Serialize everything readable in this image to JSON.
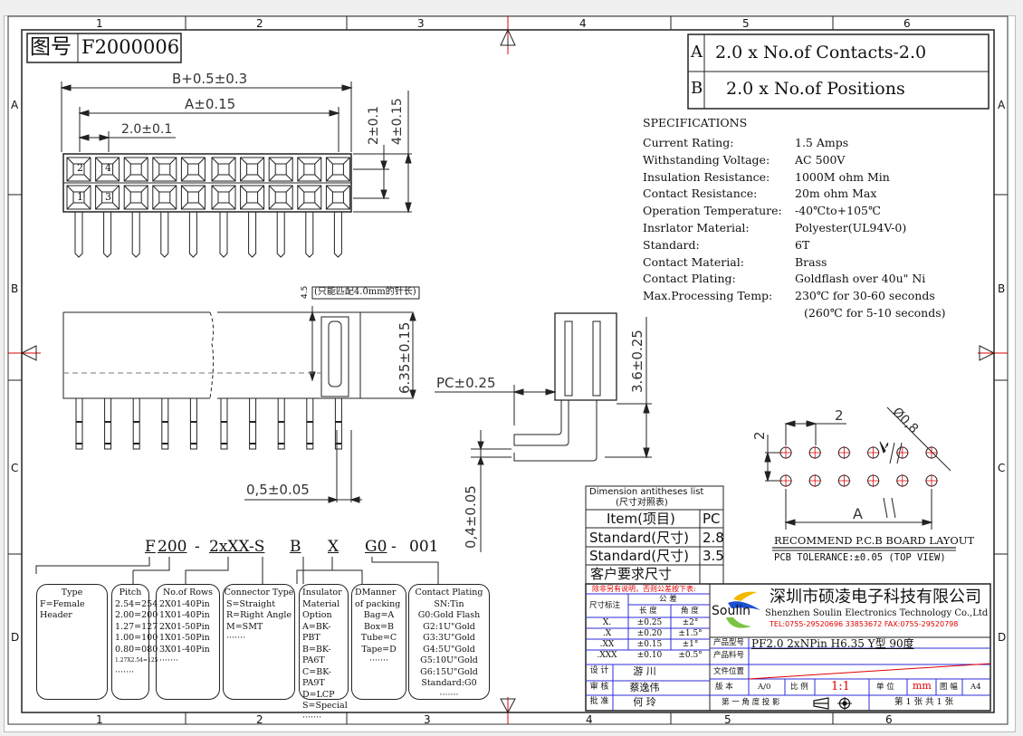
{
  "border": {
    "column_labels": [
      "1",
      "2",
      "3",
      "4",
      "5",
      "6"
    ],
    "row_labels": [
      "A",
      "B",
      "C",
      "D"
    ]
  },
  "drawing_number": {
    "label": "图号",
    "value": "F2000006"
  },
  "dim_formulas": [
    {
      "key": "A",
      "text": "2.0 x No.of Contacts-2.0"
    },
    {
      "key": "B",
      "text": "2.0 x No.of Positions"
    }
  ],
  "top_view": {
    "dims": {
      "overall": "B+0.5±0.3",
      "span": "A±0.15",
      "pitch": "2.0±0.1",
      "row_pitch": "2±0.1",
      "height": "4±0.15"
    },
    "pin_numbers": [
      "2",
      "4",
      "1",
      "3"
    ],
    "columns": 10
  },
  "side_view": {
    "note": "(只能匹配4.0mm的针长)",
    "note_dim": "4.5",
    "height_dim": "6.35±0.15",
    "pin_width_dim": "0,5±0.05"
  },
  "section_view": {
    "pc_dim": "PC±0.25",
    "height_dim": "3.6±0.25",
    "pin_dim": "0,4±0.05"
  },
  "specifications": {
    "title": "SPECIFICATIONS",
    "rows": [
      {
        "label": "Current Rating:",
        "value": "1.5 Amps"
      },
      {
        "label": "Withstanding Voltage:",
        "value": "AC  500V"
      },
      {
        "label": "Insulation Resistance:",
        "value": "1000M ohm Min"
      },
      {
        "label": "Contact Resistance:",
        "value": "20m ohm Max"
      },
      {
        "label": "Operation Temperature:",
        "value": "-40℃to+105℃"
      },
      {
        "label": "Insrlator Material:",
        "value": "Polyester(UL94V-0)"
      },
      {
        "label": "Standard:",
        "value": "6T"
      },
      {
        "label": "Contact Material:",
        "value": "Brass"
      },
      {
        "label": "Contact Plating:",
        "value": "Goldflash over 40u\" Ni"
      },
      {
        "label": "Max.Processing Temp:",
        "value": "230℃ for 30-60 seconds"
      },
      {
        "label": "",
        "value": "(260℃ for  5-10 seconds)"
      }
    ]
  },
  "pcb_layout": {
    "pitch_x": "2",
    "pitch_y": "2",
    "hole_dia": "Ø0,8",
    "span": "A",
    "title": "RECOMMEND P.C.B BOARD LAYOUT",
    "tolerance": "PCB TOLERANCE:±0.05 (TOP VIEW)"
  },
  "part_number": {
    "segments": [
      "F",
      "200",
      "-",
      "2xXX-S",
      "B",
      "X",
      "G0",
      "-",
      "001"
    ]
  },
  "option_boxes": [
    {
      "title": "Type",
      "lines": [
        "F=Female Header"
      ]
    },
    {
      "title": "Pitch",
      "lines": [
        "2.54=254",
        "2.00=200",
        "1.27=127",
        "1.00=100",
        "0.80=080",
        "1.27X2.54=125",
        "·······"
      ]
    },
    {
      "title": "No.of Rows",
      "lines": [
        "2X01-40Pin",
        "1X01-40Pin",
        "2X01-50Pin",
        "1X01-50Pin",
        "3X01-40Pin",
        "·······"
      ]
    },
    {
      "title": "Connector Type",
      "lines": [
        "S=Straight",
        "R=Right Angle",
        "M=SMT",
        "·······"
      ]
    },
    {
      "title": "Insulator Material Option",
      "lines": [
        "A=BK-PBT",
        "B=BK-PA6T",
        "C=BK-PA9T",
        "D=LCP",
        "S=Special",
        "·······"
      ]
    },
    {
      "title": "DManner of packing",
      "lines": [
        "Bag=A",
        "Box=B",
        "Tube=C",
        "Tape=D",
        "·······"
      ]
    },
    {
      "title": "Contact Plating",
      "lines": [
        "SN:Tin",
        "G0:Gold Flash",
        "G2:1U\"Gold",
        "G3:3U\"Gold",
        "G4:5U\"Gold",
        "G5:10U\"Gold",
        "G6:15U\"Gold",
        "Standard:G0",
        "·······"
      ]
    }
  ],
  "dimension_table": {
    "title": "Dimension antitheses list",
    "subtitle": "(尺寸对照表)",
    "header": [
      "Item(项目)",
      "PC"
    ],
    "rows": [
      [
        "Standard(尺寸)",
        "2.8"
      ],
      [
        "Standard(尺寸)",
        "3.5"
      ],
      [
        "客户要求尺寸",
        ""
      ]
    ]
  },
  "tolerance_table": {
    "note": "除非另有说明，否则公差按下表:",
    "col_label": "尺寸标注",
    "tol_label": "公 差",
    "sub_headers": [
      "长 度",
      "角 度"
    ],
    "rows": [
      [
        "X.",
        "±0.25",
        "±2°"
      ],
      [
        ".X",
        "±0.20",
        "±1.5°"
      ],
      [
        ".XX",
        "±0.15",
        "±1°"
      ],
      [
        ".XXX",
        "±0.10",
        "±0.5°"
      ]
    ]
  },
  "signatures": [
    {
      "role": "设 计",
      "name": "游  川"
    },
    {
      "role": "审 核",
      "name": "蔡逸伟"
    },
    {
      "role": "批 准",
      "name": "何  玲"
    }
  ],
  "company": {
    "logo_text": "Soulin",
    "name_cn": "深圳市硕凌电子科技有限公司",
    "name_en": "Shenzhen Soulin Electronics Technology Co.,Ltd",
    "contact": "TEL:0755-29520696 33853672    FAX:0755-29520798",
    "colors": {
      "logo_yellow": "#f5b800",
      "logo_blue": "#1b4fcf",
      "logo_green": "#7cc242",
      "contact_red": "#e00000"
    }
  },
  "title_block": {
    "product_model_label": "产品型号",
    "product_model": "PF2.0 2xNPin H6.35 Y型 90度",
    "part_no_label": "产品料号",
    "part_no": "",
    "file_loc_label": "文件位置",
    "file_loc": "",
    "version_label": "版 本",
    "version": "A/0",
    "scale_label": "比 例",
    "scale": "1:1",
    "unit_label": "单 位",
    "unit": "mm",
    "size_label": "图 幅",
    "size": "A4",
    "projection_label": "第 一 角 度 投 影",
    "sheet_text": "第 1  张 共  1  张"
  }
}
